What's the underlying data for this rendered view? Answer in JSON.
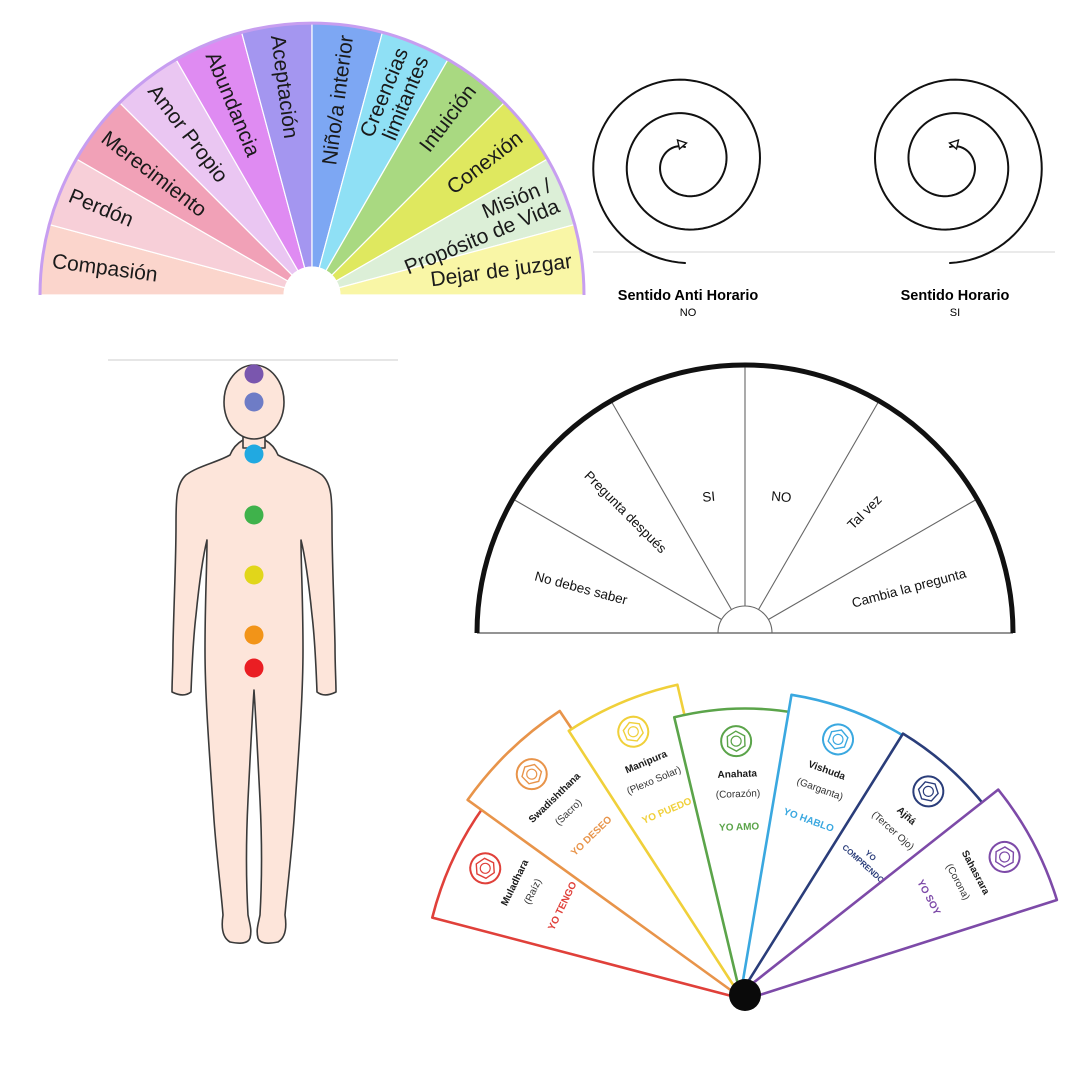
{
  "wheel_topics": {
    "labels": [
      [
        "Compasión"
      ],
      [
        "Perdón"
      ],
      [
        "Merecimiento"
      ],
      [
        "Amor Propio"
      ],
      [
        "Abundancia"
      ],
      [
        "Aceptación"
      ],
      [
        "Niño/a interior"
      ],
      [
        "Creencias",
        "limitantes"
      ],
      [
        "Intuición"
      ],
      [
        "Conexión"
      ],
      [
        "Misión /",
        "Propósito de Vida"
      ],
      [
        "Dejar de juzgar"
      ]
    ],
    "colors": [
      "#fbd5cc",
      "#f7cfd8",
      "#f1a1b7",
      "#eac6f2",
      "#df8bf2",
      "#a496f0",
      "#7da7f3",
      "#8fe0f5",
      "#a9d981",
      "#dfe85f",
      "#dcefd7",
      "#f9f6a6"
    ],
    "border_color": "#c79ef0"
  },
  "spirals": {
    "anti": {
      "title": "Sentido Anti Horario",
      "answer": "NO"
    },
    "clockwise": {
      "title": "Sentido Horario",
      "answer": "SI"
    }
  },
  "body_chakras": {
    "skin_color": "#fde5da",
    "dot_colors": [
      "#7a56ae",
      "#6e7cc6",
      "#21a9e1",
      "#3fb24b",
      "#e1d61a",
      "#f29418",
      "#ea1e23"
    ]
  },
  "pendulum": {
    "labels": [
      "No debes saber",
      "Pregunta después",
      "SI",
      "NO",
      "Tal vez",
      "Cambia la pregunta"
    ]
  },
  "chakra_fan": {
    "chakras": [
      {
        "name": "Muladhara",
        "sub": "Raíz",
        "affirm": "YO TENGO",
        "color": "#e0403a"
      },
      {
        "name": "Swadishthana",
        "sub": "Sacro",
        "affirm": "YO DESEO",
        "color": "#e8944a"
      },
      {
        "name": "Manipura",
        "sub": "Plexo Solar",
        "affirm": "YO PUEDO",
        "color": "#f0d03a"
      },
      {
        "name": "Anahata",
        "sub": "Corazón",
        "affirm": "YO AMO",
        "color": "#5ba44a"
      },
      {
        "name": "Vishuda",
        "sub": "Garganta",
        "affirm": "YO HABLO",
        "color": "#3aa8e0"
      },
      {
        "name": "Ajñá",
        "sub": "Tercer Ojo",
        "affirm": "YO COMPRENDO",
        "color": "#2a3d7a"
      },
      {
        "name": "Sahasrara",
        "sub": "Corona",
        "affirm": "YO SOY",
        "color": "#7d4aa8"
      }
    ]
  }
}
